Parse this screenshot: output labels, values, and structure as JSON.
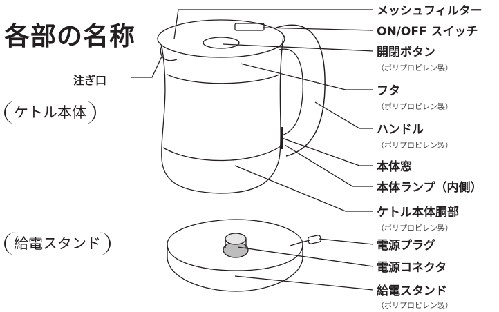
{
  "title": "各部の名称",
  "sections": {
    "kettle": "ケトル本体",
    "stand": "給電スタンド"
  },
  "spout_label": "注ぎ口",
  "parts": [
    {
      "label": "メッシュフィルター"
    },
    {
      "label": "ON/OFF スイッチ"
    },
    {
      "label": "開閉ボタン",
      "material": "（ポリプロピレン製）"
    },
    {
      "label": "フタ",
      "material": "（ポリプロピレン製）"
    },
    {
      "label": "ハンドル",
      "material": "（ポリプロピレン製）"
    },
    {
      "label": "本体窓"
    },
    {
      "label": "本体ランプ（内側）"
    },
    {
      "label": "ケトル本体胴部",
      "material": "（ポリプロピレン製）"
    },
    {
      "label": "電源プラグ"
    },
    {
      "label": "電源コネクタ"
    },
    {
      "label": "給電スタンド",
      "material": "（ポリプロピレン製）"
    }
  ]
}
